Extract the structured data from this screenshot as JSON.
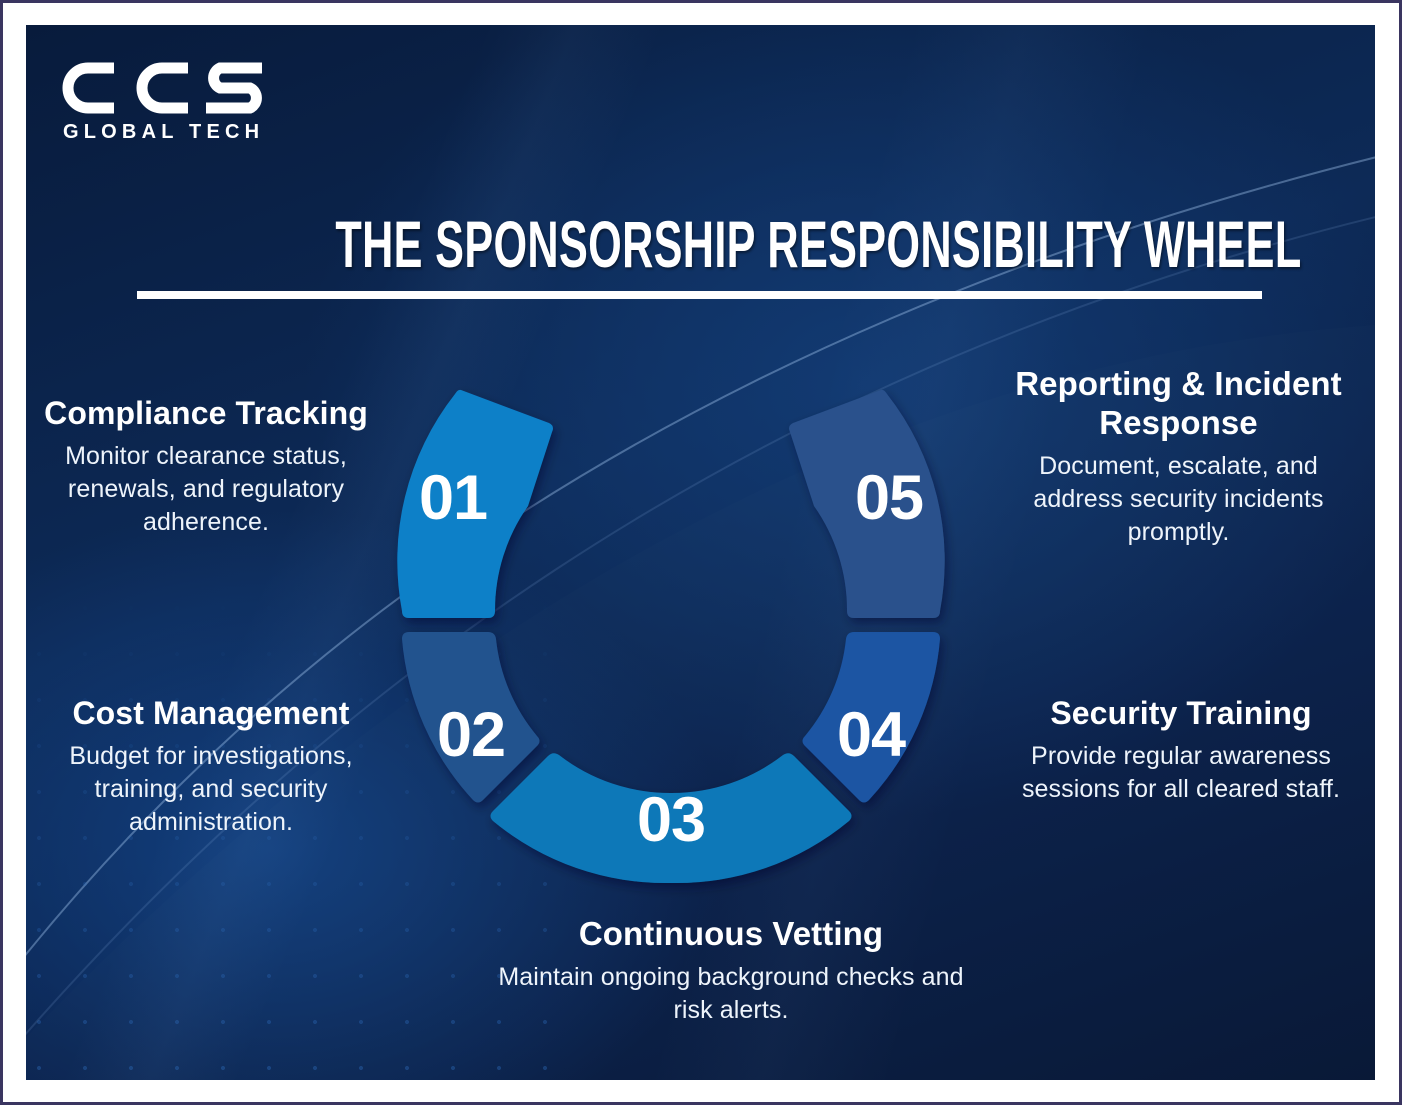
{
  "brand": {
    "logo_mark": "CCS",
    "logo_sub": "GLOBAL TECH"
  },
  "header": {
    "title": "THE SPONSORSHIP RESPONSIBILITY WHEEL"
  },
  "colors": {
    "background_navy": "#0a1f44",
    "frame": "#3a3560",
    "mat": "#ffffff",
    "seg_01": "#0f80c8",
    "seg_02": "#22528e",
    "seg_03": "#0e78b8",
    "seg_04": "#1b55a3",
    "seg_05": "#29518c",
    "text": "#ffffff"
  },
  "chart_data": {
    "type": "pie",
    "title": "THE SPONSORSHIP RESPONSIBILITY WHEEL",
    "layout": "open donut arc, 5 segments, gap at top, numbered clockwise 01 to 05 starting upper-left",
    "segments": [
      {
        "number": "01",
        "label": "Compliance Tracking",
        "description": "Monitor clearance status, renewals, and regulatory adherence.",
        "color": "#0f80c8",
        "position": "upper-left"
      },
      {
        "number": "02",
        "label": "Cost Management",
        "description": "Budget for investigations, training, and security administration.",
        "color": "#22528e",
        "position": "lower-left"
      },
      {
        "number": "03",
        "label": "Continuous Vetting",
        "description": "Maintain ongoing background checks and risk alerts.",
        "color": "#0e78b8",
        "position": "bottom"
      },
      {
        "number": "04",
        "label": "Security Training",
        "description": "Provide regular awareness sessions for all cleared staff.",
        "color": "#1b55a3",
        "position": "lower-right"
      },
      {
        "number": "05",
        "label": "Reporting & Incident Response",
        "description": "Document, escalate, and address security incidents promptly.",
        "color": "#29518c",
        "position": "upper-right"
      }
    ]
  }
}
